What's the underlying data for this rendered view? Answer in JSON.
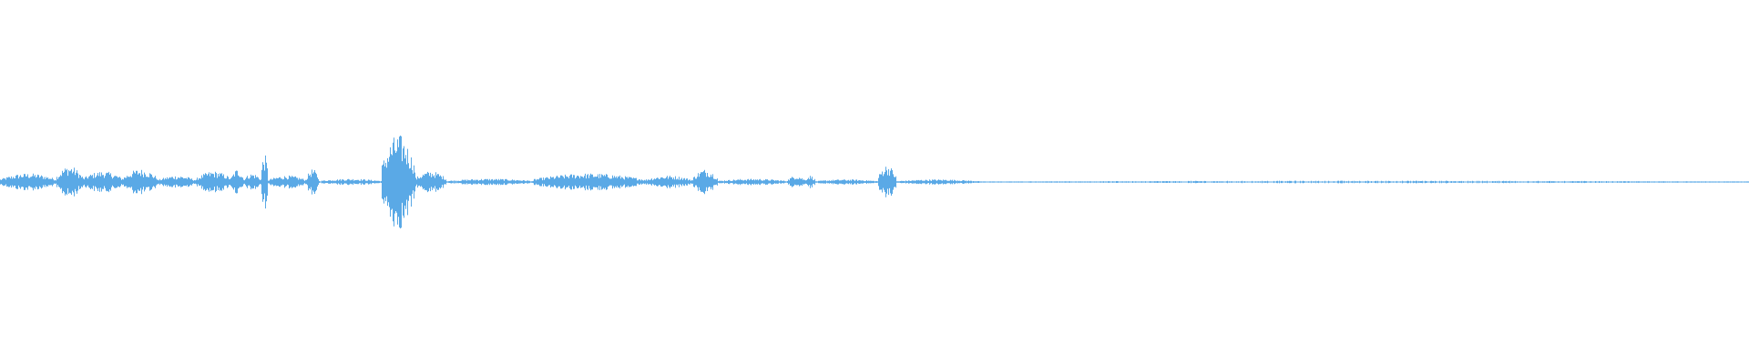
{
  "waveform": {
    "color": "#5aa9e6",
    "background": "#ffffff",
    "duration_fraction_active": 1.0,
    "bursts": [
      {
        "start": 0.0,
        "end": 0.032,
        "amp": 0.04
      },
      {
        "start": 0.032,
        "end": 0.047,
        "amp": 0.075
      },
      {
        "start": 0.047,
        "end": 0.07,
        "amp": 0.05
      },
      {
        "start": 0.07,
        "end": 0.09,
        "amp": 0.06
      },
      {
        "start": 0.09,
        "end": 0.112,
        "amp": 0.03
      },
      {
        "start": 0.112,
        "end": 0.132,
        "amp": 0.05
      },
      {
        "start": 0.132,
        "end": 0.139,
        "amp": 0.06
      },
      {
        "start": 0.139,
        "end": 0.149,
        "amp": 0.04
      },
      {
        "start": 0.149,
        "end": 0.153,
        "amp": 0.13
      },
      {
        "start": 0.153,
        "end": 0.175,
        "amp": 0.03
      },
      {
        "start": 0.175,
        "end": 0.182,
        "amp": 0.06
      },
      {
        "start": 0.182,
        "end": 0.218,
        "amp": 0.015
      },
      {
        "start": 0.218,
        "end": 0.237,
        "amp": 0.22
      },
      {
        "start": 0.237,
        "end": 0.255,
        "amp": 0.05
      },
      {
        "start": 0.255,
        "end": 0.305,
        "amp": 0.015
      },
      {
        "start": 0.305,
        "end": 0.368,
        "amp": 0.04
      },
      {
        "start": 0.368,
        "end": 0.396,
        "amp": 0.03
      },
      {
        "start": 0.396,
        "end": 0.41,
        "amp": 0.06
      },
      {
        "start": 0.41,
        "end": 0.45,
        "amp": 0.015
      },
      {
        "start": 0.45,
        "end": 0.46,
        "amp": 0.03
      },
      {
        "start": 0.46,
        "end": 0.466,
        "amp": 0.03
      },
      {
        "start": 0.466,
        "end": 0.502,
        "amp": 0.012
      },
      {
        "start": 0.502,
        "end": 0.512,
        "amp": 0.08
      },
      {
        "start": 0.512,
        "end": 0.56,
        "amp": 0.012
      },
      {
        "start": 0.56,
        "end": 1.0,
        "amp": 0.006
      }
    ]
  }
}
